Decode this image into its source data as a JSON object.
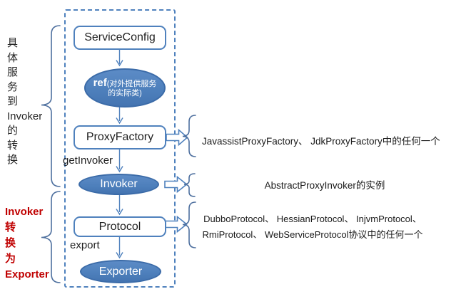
{
  "diagram": {
    "left_group_black": {
      "lines": [
        "具",
        "体",
        "服",
        "务",
        "到",
        "Invoker",
        "的",
        "转",
        "换"
      ]
    },
    "left_group_red": {
      "lines": [
        "Invoker",
        "转",
        "换",
        "为",
        "Exporter"
      ]
    },
    "flow": {
      "service_config": "ServiceConfig",
      "ref_title": "ref",
      "ref_desc": "(对外提供服务的实际类)",
      "proxy_factory": "ProxyFactory",
      "get_invoker_label": "getInvoker",
      "invoker": "Invoker",
      "protocol": "Protocol",
      "export_label": "export",
      "exporter": "Exporter"
    },
    "annotations": {
      "proxy_factory": "JavassistProxyFactory、 JdkProxyFactory中的任何一个",
      "invoker": "AbstractProxyInvoker的实例",
      "protocol_line1": "DubboProtocol、 HessianProtocol、 InjvmProtocol、",
      "protocol_line2": "RmiProtocol、 WebServiceProtocol协议中的任何一个"
    },
    "colors": {
      "accent_blue": "#4F81BD",
      "node_fill": "#4E80BC",
      "node_border": "#3B6BA8",
      "red_label": "#C00000",
      "text": "#1A1A1A"
    }
  }
}
